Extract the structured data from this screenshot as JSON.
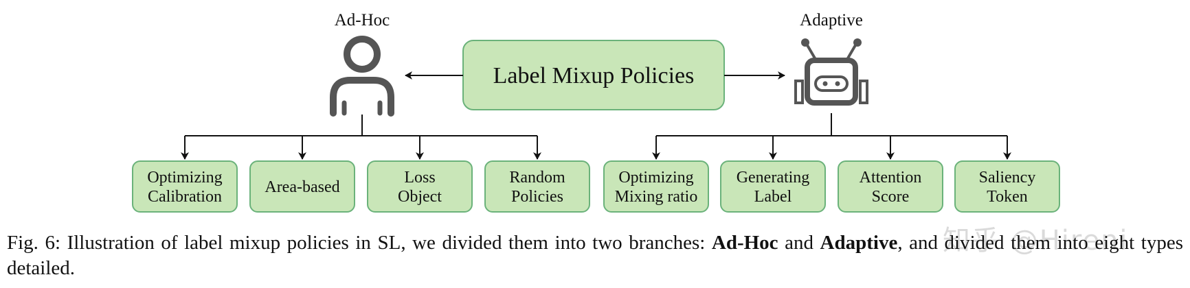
{
  "colors": {
    "box_fill": "#c9e6b8",
    "box_stroke": "#6ab27a",
    "icon_gray": "#555555",
    "line": "#111111"
  },
  "diagram": {
    "center_label": "Label Mixup Policies",
    "left_branch": {
      "title": "Ad-Hoc",
      "icon": "person-icon",
      "items": [
        [
          "Optimizing",
          "Calibration"
        ],
        [
          "Area-based"
        ],
        [
          "Loss",
          "Object"
        ],
        [
          "Random",
          "Policies"
        ]
      ]
    },
    "right_branch": {
      "title": "Adaptive",
      "icon": "robot-icon",
      "items": [
        [
          "Optimizing",
          "Mixing ratio"
        ],
        [
          "Generating",
          "Label"
        ],
        [
          "Attention",
          "Score"
        ],
        [
          "Saliency",
          "Token"
        ]
      ]
    }
  },
  "caption": {
    "prefix": "Fig. 6: Illustration of label mixup policies in SL, we divided them into two branches: ",
    "bold1": "Ad-Hoc",
    "middle": " and ",
    "bold2": "Adaptive",
    "suffix": ", and divided them into eight types detailed."
  },
  "watermark": "知乎 @Hireni"
}
